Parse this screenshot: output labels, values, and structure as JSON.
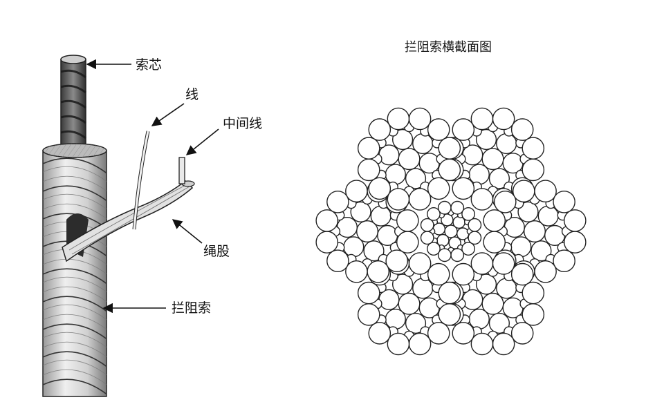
{
  "left_labels": {
    "core": "索芯",
    "wire": "线",
    "center_wire": "中间线",
    "strand": "绳股",
    "cable": "拦阻索"
  },
  "right": {
    "title": "拦阻索横截面图"
  },
  "colors": {
    "ink": "#111111",
    "rope_light": "#e6e6e6",
    "rope_mid": "#bdbdbd",
    "rope_dark": "#555555",
    "core_dark": "#3a3a3a"
  }
}
